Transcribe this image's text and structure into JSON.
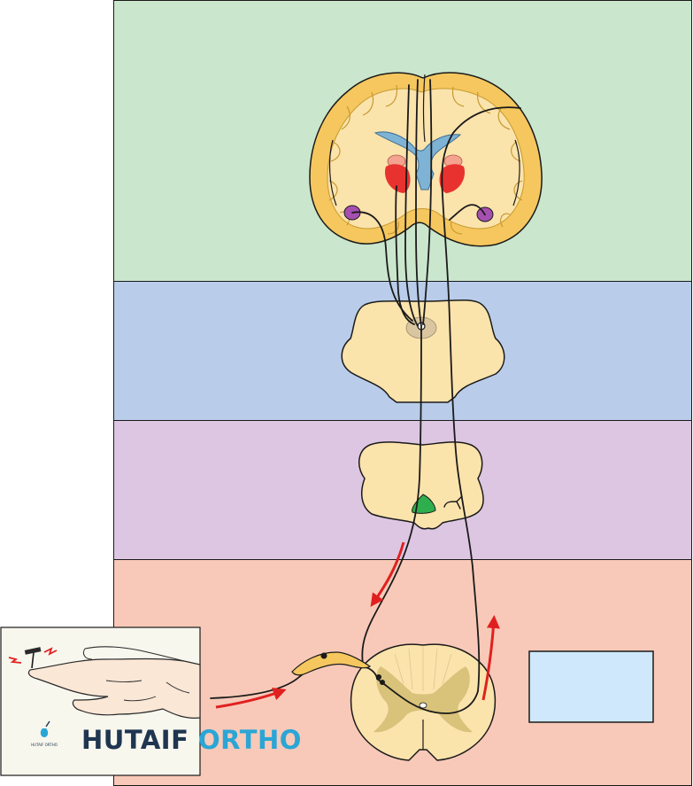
{
  "bands": [
    {
      "name": "cerebrum",
      "color": "#cae6cd"
    },
    {
      "name": "brainstem-upper",
      "color": "#b9cdea"
    },
    {
      "name": "brainstem-lower",
      "color": "#ddc6e2"
    },
    {
      "name": "spinal-cord",
      "color": "#f8c9b8"
    }
  ],
  "colors": {
    "tissue": "#fbe3ac",
    "tissue_outline": "#1a1a1a",
    "cortex": "#f5c75e",
    "gray_matter": "#d9c27a",
    "ventricle": "#7fb3d5",
    "thalamus_red": "#e8322f",
    "amygdala_purple": "#a550b0",
    "nucleus_green": "#2eae4d",
    "arrow_red": "#e02020",
    "answer_box": "#cfe8fb",
    "inset_bg": "#f7f7ee"
  },
  "logo": {
    "brand_a": "HUTAIF",
    "brand_b": "ORTHO",
    "small_mark": "HUTAIF ORTHO"
  }
}
